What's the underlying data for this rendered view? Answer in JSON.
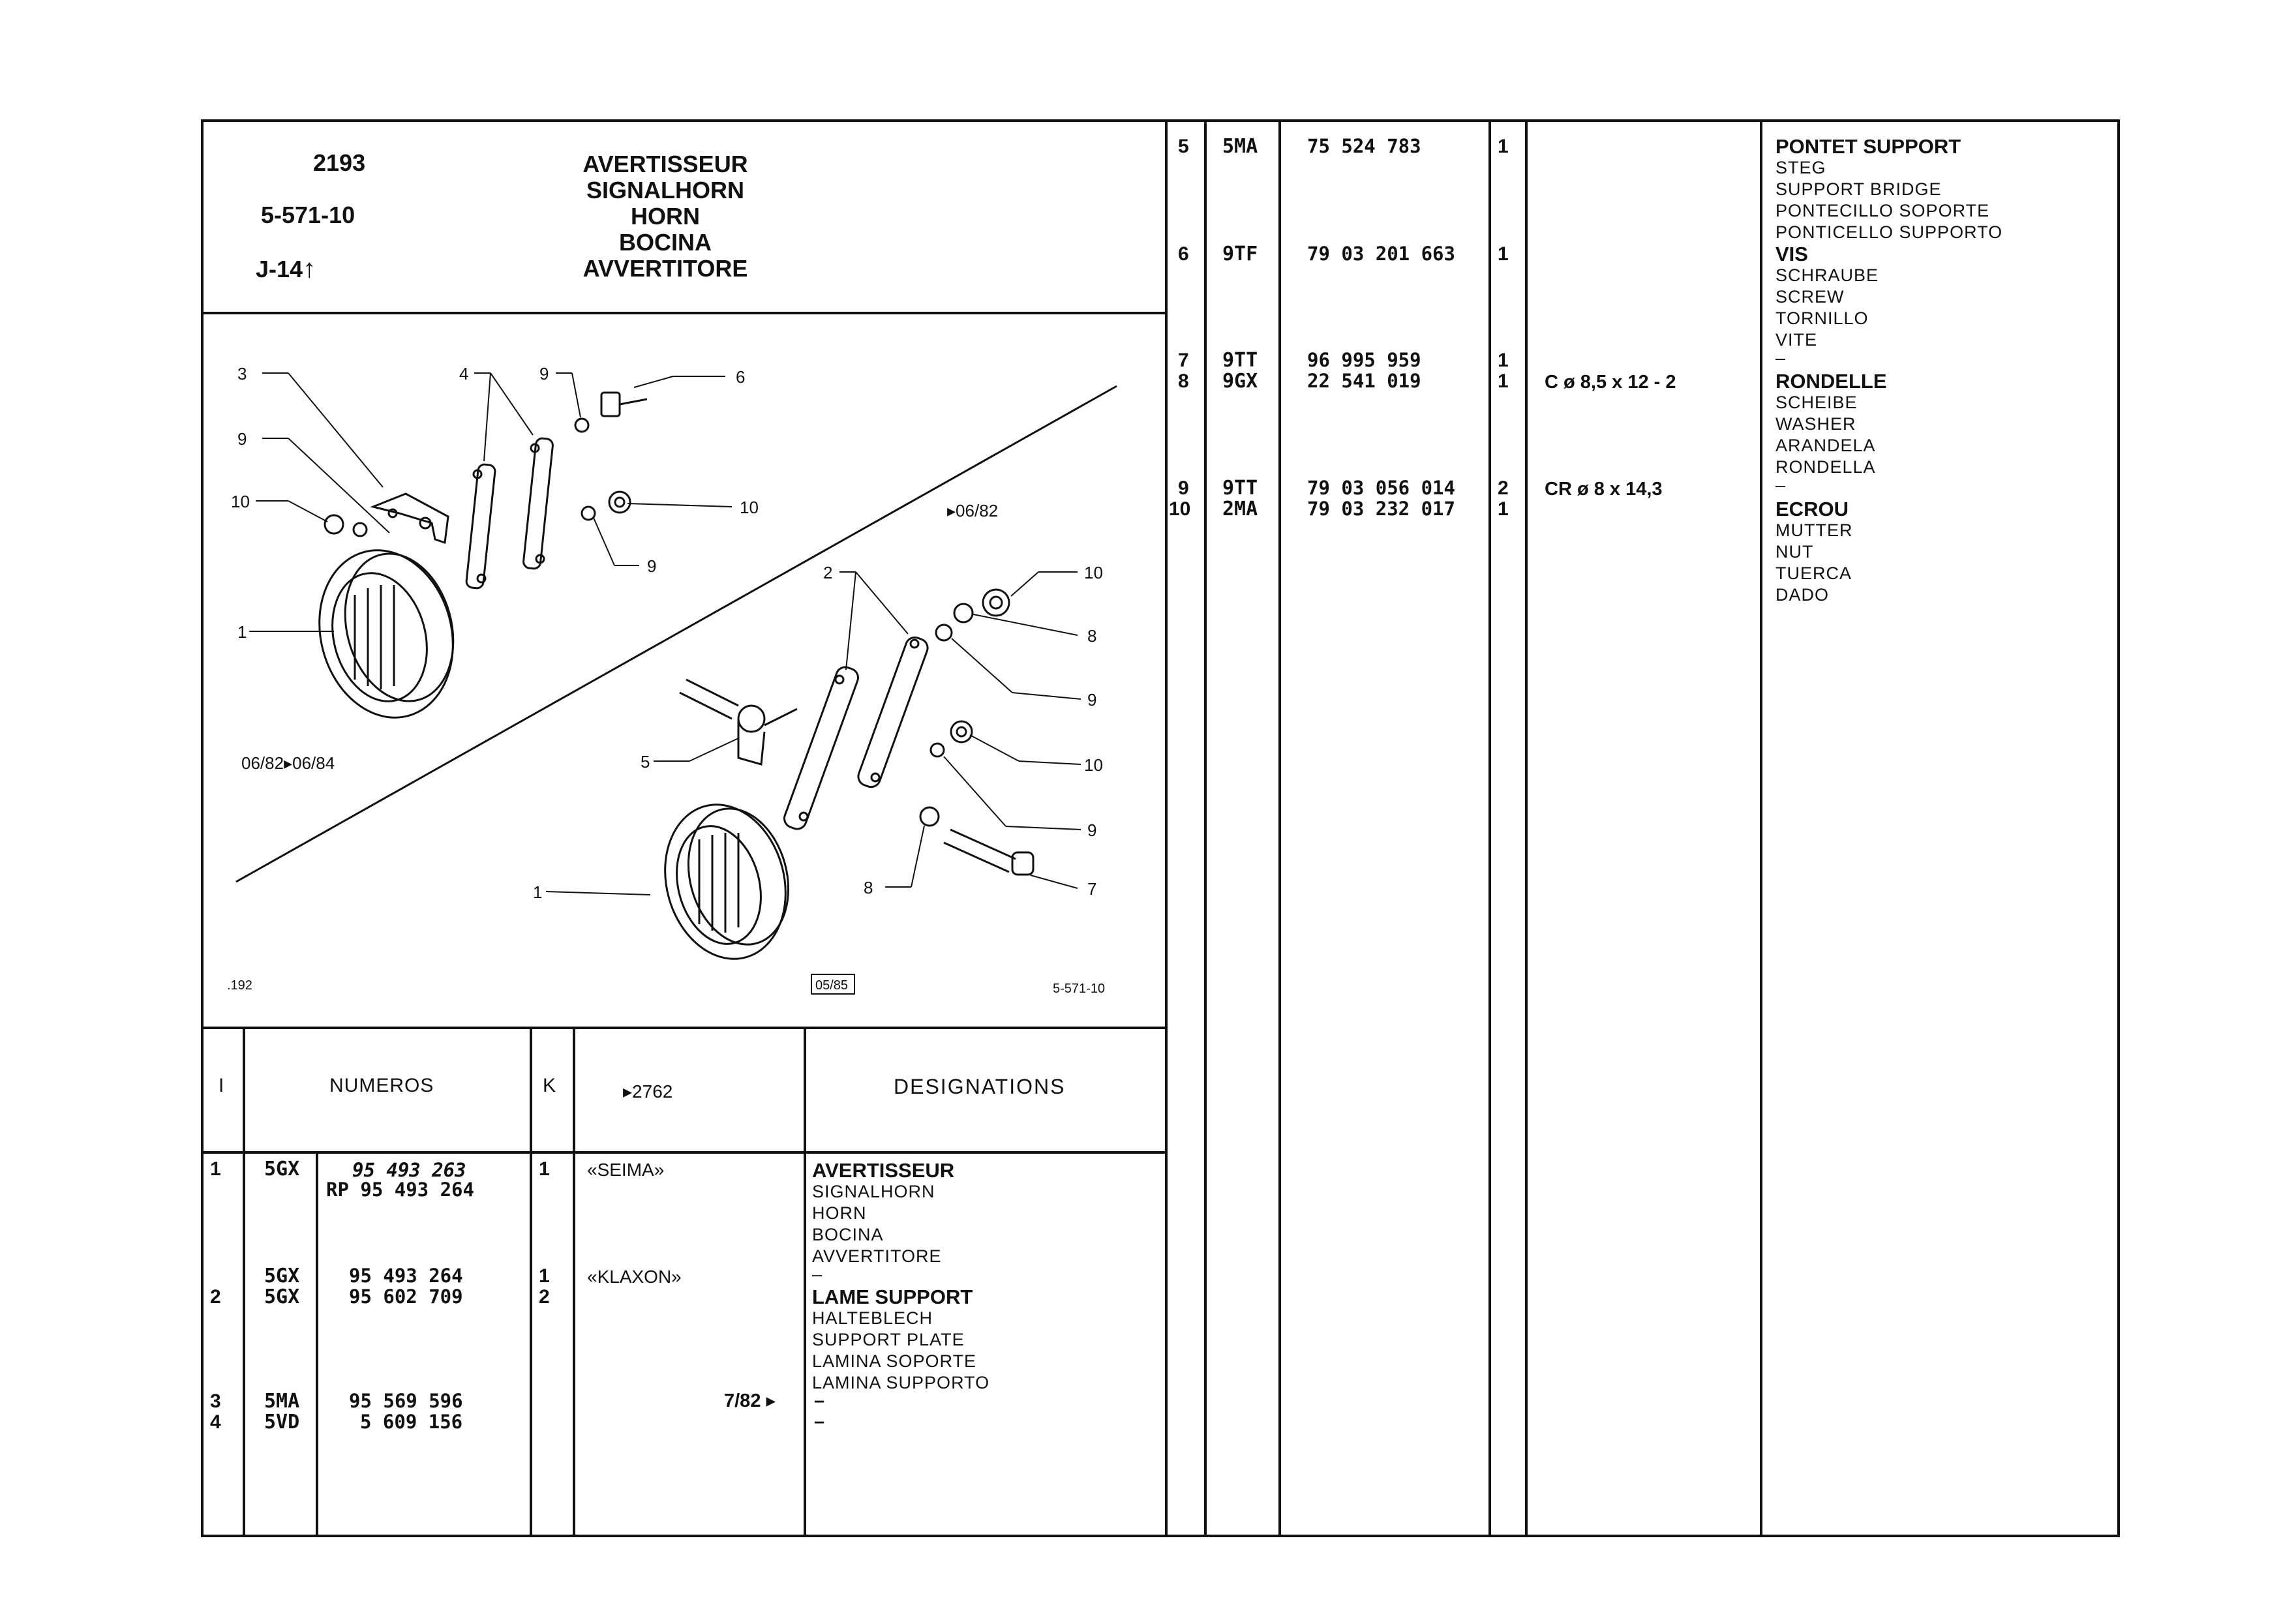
{
  "header": {
    "page_ref": "2193",
    "group_ref": "5-571-10",
    "model_ref": "J-14",
    "titles": [
      "AVERTISSEUR",
      "SIGNALHORN",
      "HORN",
      "BOCINA",
      "AVVERTITORE"
    ]
  },
  "diagram": {
    "callouts": [
      "1",
      "2",
      "3",
      "4",
      "5",
      "6",
      "7",
      "8",
      "9",
      "10"
    ],
    "date_left": "06/82▸06/84",
    "date_right": "▸06/82",
    "footer_left": ".192",
    "footer_mid": "05/85",
    "footer_right": "5-571-10"
  },
  "table_header": {
    "col_index": "I",
    "col_numbers": "NUMEROS",
    "col_qty": "K",
    "col_ref": "▸2762",
    "col_designations": "DESIGNATIONS"
  },
  "left_rows": {
    "idx": [
      "1",
      "2",
      "3",
      "4"
    ],
    "codes": [
      "5GX",
      "5GX",
      "5GX",
      "5MA",
      "5VD"
    ],
    "numbers": [
      "95 493 263",
      "RP 95 493 264",
      "95 493 264",
      "95 602 709",
      "95 569 596",
      "5 609 156"
    ],
    "qty": [
      "1",
      "1",
      "2"
    ],
    "notes": [
      "«SEIMA»",
      "«KLAXON»"
    ],
    "date_note": "7/82 ▸",
    "desc_horn": [
      "AVERTISSEUR",
      "SIGNALHORN",
      "HORN",
      "BOCINA",
      "AVVERTITORE",
      "–"
    ],
    "desc_plate": [
      "LAME SUPPORT",
      "HALTEBLECH",
      "SUPPORT PLATE",
      "LAMINA SOPORTE",
      "LAMINA SUPPORTO"
    ],
    "dashes": [
      "–",
      "–"
    ]
  },
  "right_rows": {
    "idx": [
      "5",
      "6",
      "7",
      "8",
      "9",
      "10"
    ],
    "codes": [
      "5MA",
      "9TF",
      "9TT",
      "9GX",
      "9TT",
      "2MA"
    ],
    "numbers": [
      "75 524 783",
      "79 03 201 663",
      "96 995 959",
      "22 541 019",
      "79 03 056 014",
      "79 03 232 017"
    ],
    "qty": [
      "1",
      "1",
      "1",
      "1",
      "2",
      "1"
    ],
    "specs": [
      "C ø 8,5 x 12 - 2",
      "CR ø 8 x 14,3"
    ],
    "desc_bridge": [
      "PONTET SUPPORT",
      "STEG",
      "SUPPORT BRIDGE",
      "PONTECILLO SOPORTE",
      "PONTICELLO SUPPORTO"
    ],
    "desc_screw": [
      "VIS",
      "SCHRAUBE",
      "SCREW",
      "TORNILLO",
      "VITE",
      "–"
    ],
    "desc_washer": [
      "RONDELLE",
      "SCHEIBE",
      "WASHER",
      "ARANDELA",
      "RONDELLA",
      "–"
    ],
    "desc_nut": [
      "ECROU",
      "MUTTER",
      "NUT",
      "TUERCA",
      "DADO"
    ]
  }
}
